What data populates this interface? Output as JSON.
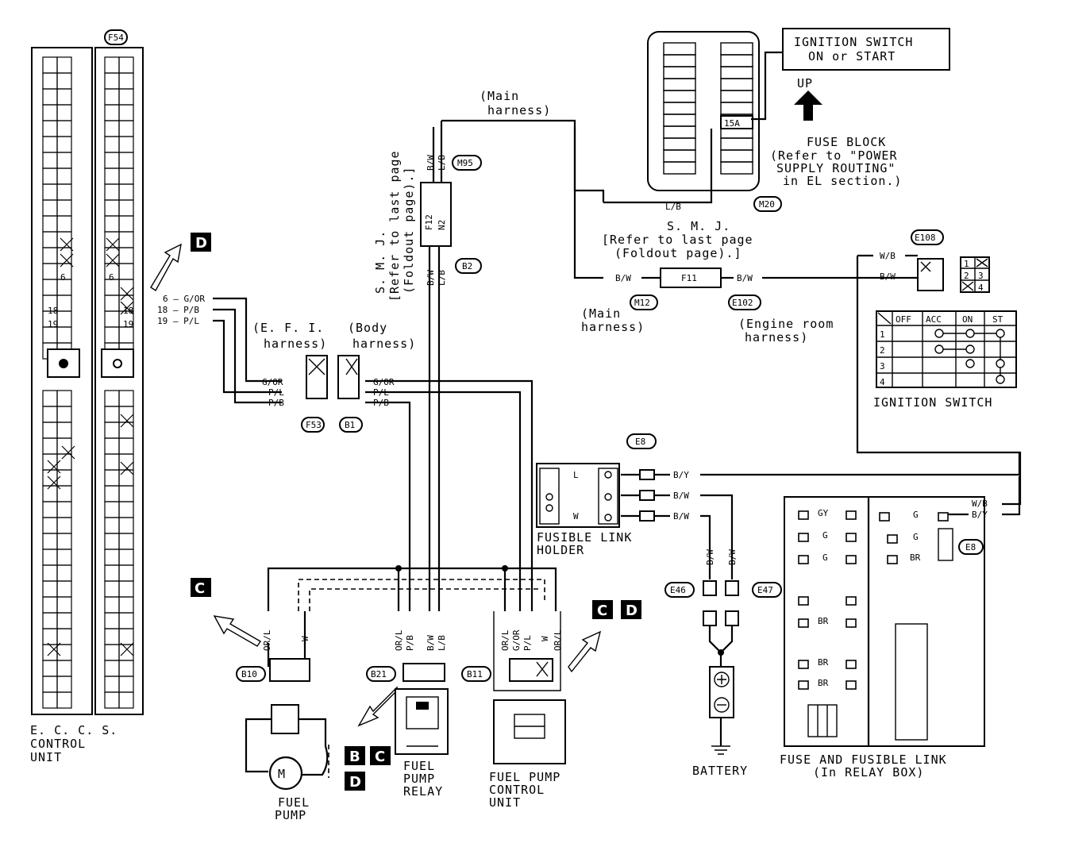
{
  "labels": {
    "ign_switch_box": [
      "IGNITION SWITCH",
      "ON or START"
    ],
    "up": "UP",
    "fuse_block": "FUSE BLOCK",
    "fuse_block_ref": [
      "(Refer to \"POWER",
      "SUPPLY ROUTING\"",
      "in EL section.)"
    ],
    "fuse_15a": "15A",
    "main_harness_top": [
      "(Main",
      "harness)"
    ],
    "smj_vert": [
      "S. M. J.",
      "[Refer to last page",
      "(Foldout page).]"
    ],
    "smj_horiz": [
      "S. M. J.",
      "[Refer to last page",
      "(Foldout page).]"
    ],
    "main_harness_low": [
      "(Main",
      "harness)"
    ],
    "engine_room_harness": [
      "(Engine room",
      "harness)"
    ],
    "efi_harness": [
      "(E. F. I.",
      "harness)"
    ],
    "body_harness": [
      "(Body",
      "harness)"
    ],
    "ecu": [
      "E. C. C. S.",
      "CONTROL",
      "UNIT"
    ],
    "fusible_link_holder": [
      "FUSIBLE LINK",
      "HOLDER"
    ],
    "ignition_switch": "IGNITION SWITCH",
    "battery": "BATTERY",
    "fuse_relay_box": [
      "FUSE AND FUSIBLE LINK",
      "(In RELAY BOX)"
    ],
    "fuel_pump": [
      "FUEL",
      "PUMP"
    ],
    "fuel_pump_relay": [
      "FUEL",
      "PUMP",
      "RELAY"
    ],
    "fuel_pump_control": [
      "FUEL PUMP",
      "CONTROL",
      "UNIT"
    ]
  },
  "connectors": {
    "f54": "F54",
    "m95": "M95",
    "b2": "B2",
    "m20": "M20",
    "m12": "M12",
    "e102": "E102",
    "e108": "E108",
    "f53": "F53",
    "b1": "B1",
    "e8a": "E8",
    "e8b": "E8",
    "e46": "E46",
    "e47": "E47",
    "b10": "B10",
    "b21": "B21",
    "b11": "B11"
  },
  "wires": {
    "bw": "B/W",
    "lb": "L/B",
    "wb": "W/B",
    "by": "B/Y",
    "gor": "G/OR",
    "pl": "P/L",
    "pb": "P/B",
    "orl": "OR/L",
    "w": "W",
    "l": "L",
    "gy": "GY",
    "g": "G",
    "br": "BR"
  },
  "pins": {
    "ecu_6": "6",
    "ecu_18": "18",
    "ecu_19": "19",
    "pin_6_gor": "6 — G/OR",
    "pin_18_pb": "18 — P/B",
    "pin_19_pl": "19 — P/L",
    "smj_f12": "F12",
    "smj_n2": "N2",
    "smj_f11": "F11"
  },
  "ign_table": {
    "headers": [
      "OFF",
      "ACC",
      "ON",
      "ST"
    ],
    "rows": [
      "1",
      "2",
      "3",
      "4"
    ],
    "key": [
      "1",
      "2",
      "3",
      "4"
    ]
  },
  "refs": {
    "b": "B",
    "c": "C",
    "d": "D"
  }
}
